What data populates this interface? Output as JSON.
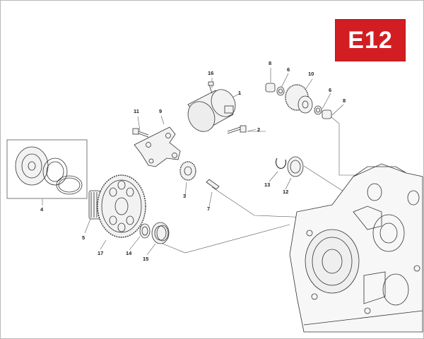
{
  "section_code": "E12",
  "callouts": [
    {
      "id": "c1",
      "text": "1"
    },
    {
      "id": "c2",
      "text": "2"
    },
    {
      "id": "c3",
      "text": "3"
    },
    {
      "id": "c4",
      "text": "4"
    },
    {
      "id": "c5",
      "text": "5"
    },
    {
      "id": "c6a",
      "text": "6"
    },
    {
      "id": "c6b",
      "text": "6"
    },
    {
      "id": "c7",
      "text": "7"
    },
    {
      "id": "c8a",
      "text": "8"
    },
    {
      "id": "c8b",
      "text": "8"
    },
    {
      "id": "c9",
      "text": "9"
    },
    {
      "id": "c10",
      "text": "10"
    },
    {
      "id": "c11",
      "text": "11"
    },
    {
      "id": "c12",
      "text": "12"
    },
    {
      "id": "c13",
      "text": "13"
    },
    {
      "id": "c14",
      "text": "14"
    },
    {
      "id": "c15",
      "text": "15"
    },
    {
      "id": "c16",
      "text": "16"
    },
    {
      "id": "c17",
      "text": "17"
    }
  ],
  "colors": {
    "badge_bg": "#d21e23",
    "badge_text": "#ffffff",
    "line": "#333333",
    "part_fill": "#f2f2f2"
  }
}
